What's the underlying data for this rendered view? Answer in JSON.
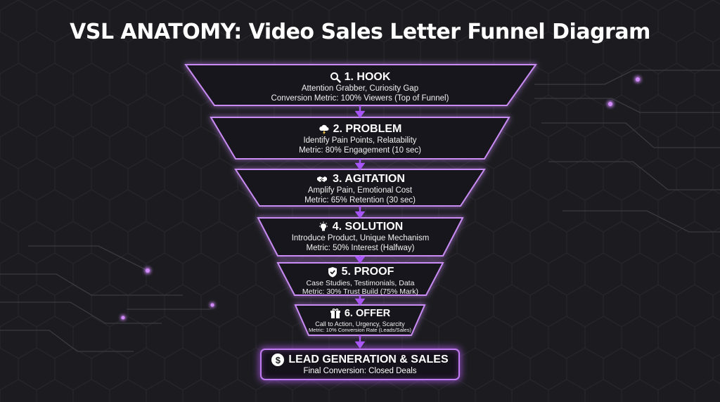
{
  "title": "VSL ANATOMY: Video Sales Letter Funnel Diagram",
  "colors": {
    "background": "#1c1c20",
    "glow": "#b56cf5",
    "stroke": "#c98cf5",
    "arrow": "#a855f7"
  },
  "stages": [
    {
      "icon": "magnifier-icon",
      "heading": "1. HOOK",
      "line1": "Attention Grabber, Curiosity Gap",
      "line2": "Conversion Metric: 100% Viewers (Top of Funnel)"
    },
    {
      "icon": "storm-cloud-icon",
      "heading": "2. PROBLEM",
      "line1": "Identify Pain Points, Relatability",
      "line2": "Metric: 80% Engagement (10 sec)"
    },
    {
      "icon": "handshake-icon",
      "heading": "3. AGITATION",
      "line1": "Amplify Pain, Emotional Cost",
      "line2": "Metric: 65% Retention (30 sec)"
    },
    {
      "icon": "lightbulb-icon",
      "heading": "4. SOLUTION",
      "line1": "Introduce Product, Unique Mechanism",
      "line2": "Metric: 50% Interest (Halfway)"
    },
    {
      "icon": "shield-check-icon",
      "heading": "5. PROOF",
      "line1": "Case Studies, Testimonials, Data",
      "line2": "Metric: 30% Trust Build (75% Mark)"
    },
    {
      "icon": "gift-icon",
      "heading": "6. OFFER",
      "line1": "Call to Action, Urgency, Scarcity",
      "line2": "Metric: 10% Conversion Rate (Leads/Sales)"
    }
  ],
  "final": {
    "icon": "dollar-icon",
    "symbol": "$",
    "heading": "LEAD GENERATION & SALES",
    "sub": "Final Conversion: Closed Deals"
  }
}
